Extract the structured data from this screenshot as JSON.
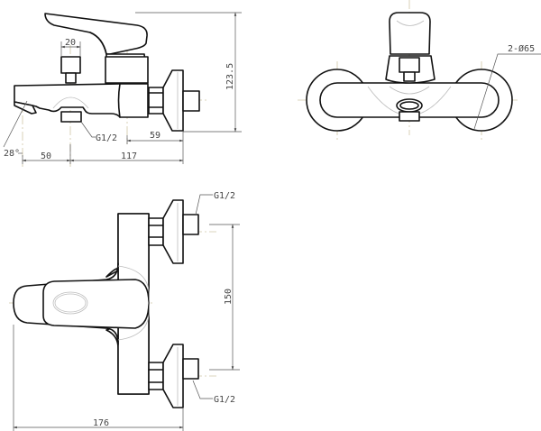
{
  "drawing": {
    "title": "Wall-mounted bath mixer technical drawing",
    "line_color": "#111111",
    "dimension_color": "#444444",
    "centerline_color": "#cfc6a6"
  },
  "side_view": {
    "dims": {
      "nut_width": "20",
      "height": "123.5",
      "outlet_thread": "G1/2",
      "spout_angle": "28°",
      "spout_offset": "50",
      "depth": "117",
      "inlet_projection": "59"
    }
  },
  "front_view": {
    "dims": {
      "flange_diameter": "2-Ø65"
    }
  },
  "top_view": {
    "dims": {
      "inlet_thread_top": "G1/2",
      "inlet_thread_bottom": "G1/2",
      "inlet_spacing": "150",
      "overall_length": "176"
    }
  }
}
